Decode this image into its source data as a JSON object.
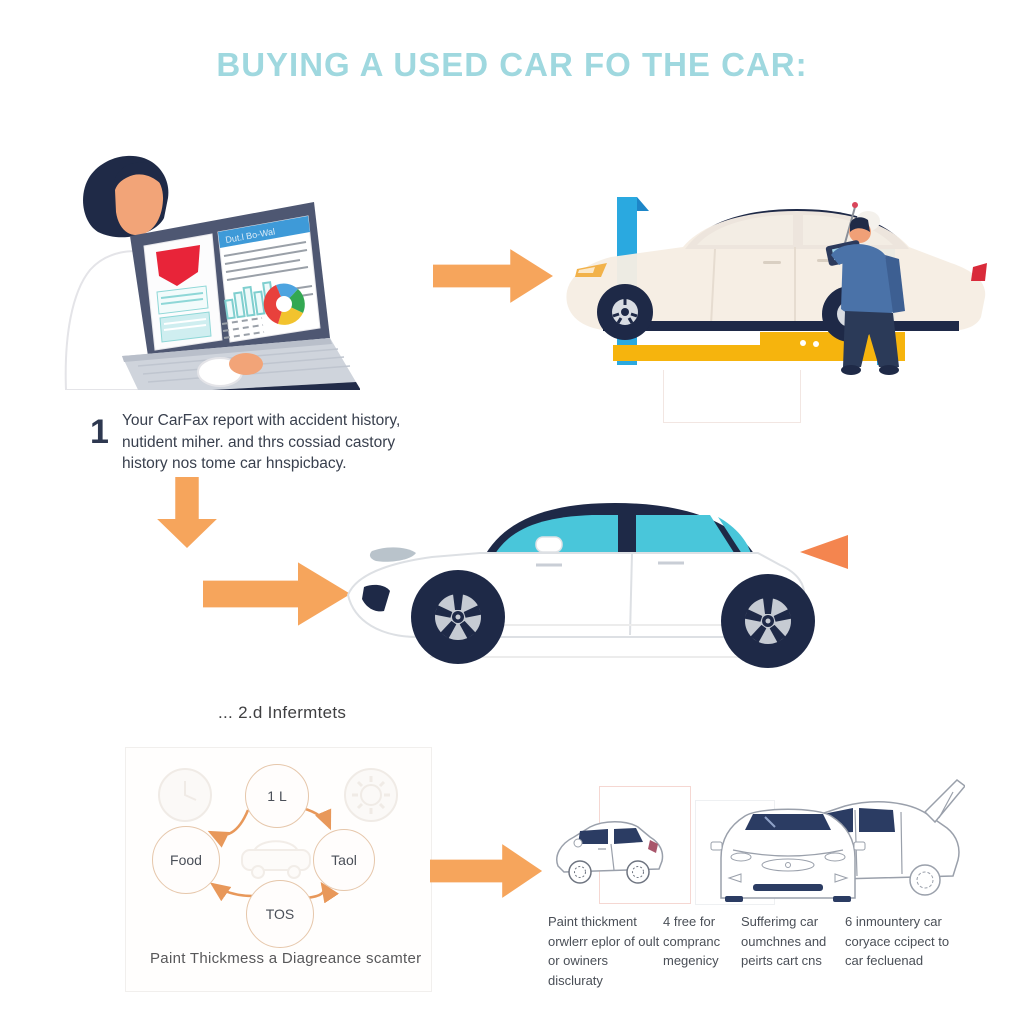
{
  "title": "BUYING A USED CAR FO THE CAR:",
  "palette": {
    "title_teal": "#9FD8DF",
    "accent_orange": "#F6A55C",
    "arc_orange": "#E8985A",
    "navy": "#1F2A47",
    "window_teal": "#49C6DA",
    "lift_blue": "#2AA9E0",
    "platform_yellow": "#F6B40D",
    "car_cream": "#F6EDE3",
    "alert_red": "#E82439",
    "pie_blue": "#4DA4E0",
    "pie_green": "#33A852",
    "pie_yellow": "#F2C32E",
    "pie_red": "#E8413C"
  },
  "report_scene": {
    "doc_header": "Dut.l Bo-Wal"
  },
  "step1": {
    "number": "1",
    "text": "Your CarFax report with accident history, nutident miher. and thrs cossiad castory history nos tome car hnspicbacy."
  },
  "middle_note": "... 2.d Infermtets",
  "diagram": {
    "nodes": [
      {
        "label": "1 L"
      },
      {
        "label": "Food"
      },
      {
        "label": "Taol"
      },
      {
        "label": "TOS"
      }
    ],
    "caption": "Paint Thickmess a Diagreance scamter"
  },
  "columns": [
    {
      "text": "Paint thickment orwlerr eplor of oult or owiners discluraty"
    },
    {
      "text": "4 free for compranc megenicy"
    },
    {
      "text": "Sufferimg car oumchnes and peirts cart cns"
    },
    {
      "text": "6 inmountery car coryace ccipect to car fecluenad"
    }
  ],
  "icons": [
    "orange-arrow-right-icon",
    "orange-arrow-down-icon",
    "orange-triangle-left-icon",
    "clock-icon",
    "gear-icon",
    "car-icon",
    "pie-chart-icon",
    "bar-chart-icon",
    "shield-icon"
  ]
}
